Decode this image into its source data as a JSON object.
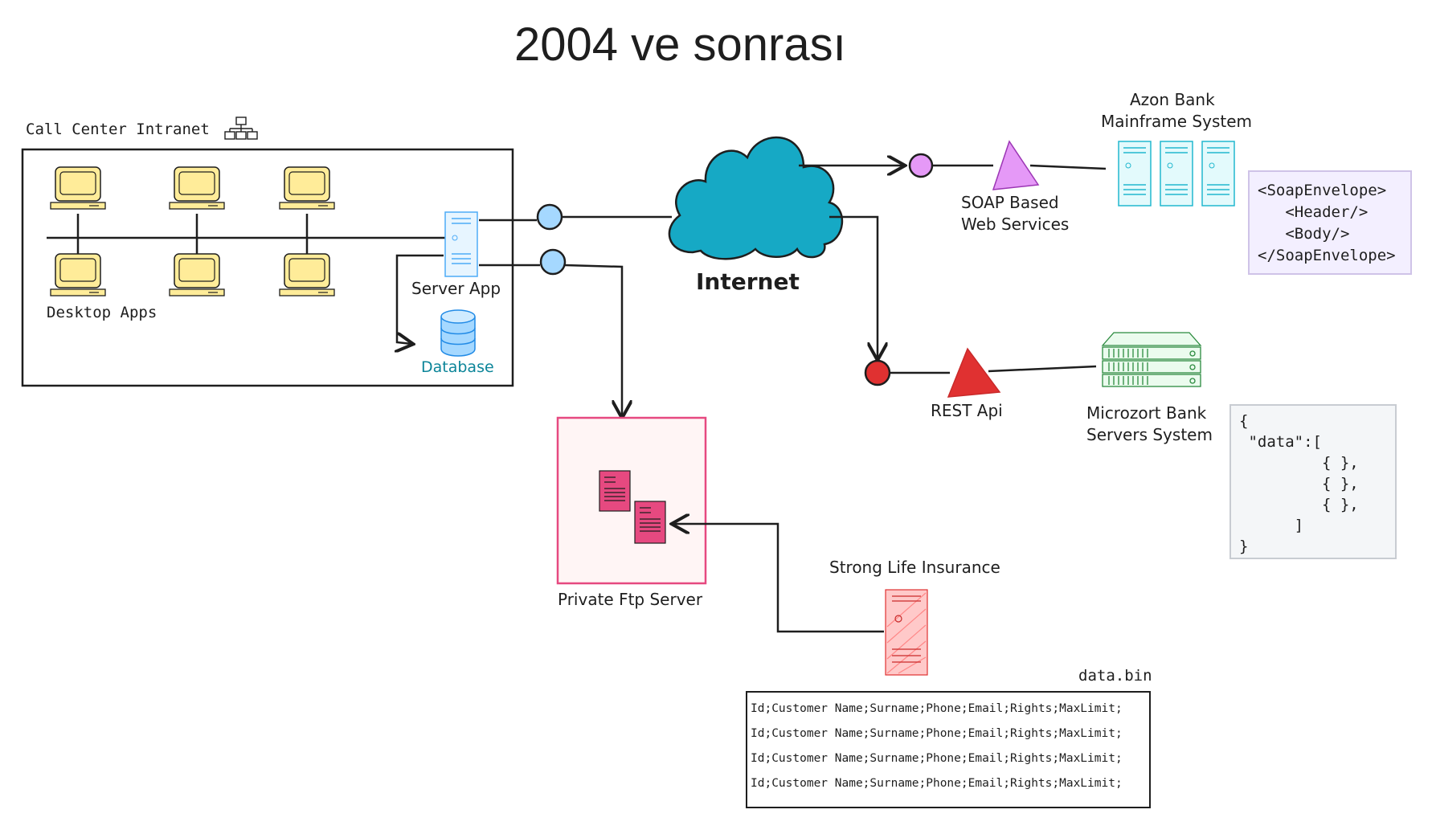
{
  "title": "2004 ve sonrası",
  "intranet": {
    "label": "Call Center Intranet",
    "desktop_label": "Desktop Apps",
    "server_label": "Server App",
    "database_label": "Database"
  },
  "internet_label": "Internet",
  "azon": {
    "label_line1": "Azon Bank",
    "label_line2": "Mainframe System",
    "service_line1": "SOAP Based",
    "service_line2": "Web Services",
    "soap_lines": [
      "<SoapEnvelope>",
      "   <Header/>",
      "   <Body/>",
      "</SoapEnvelope>"
    ]
  },
  "microzort": {
    "label_line1": "Microzort Bank",
    "label_line2": "Servers System",
    "service_label": "REST Api",
    "json_lines": [
      "{",
      " \"data\":[",
      "         { },",
      "         { },",
      "         { },",
      "      ]",
      "}"
    ]
  },
  "ftp_label": "Private Ftp Server",
  "insurance_label": "Strong Life Insurance",
  "data_file": {
    "name": "data.bin",
    "rows": [
      "Id;Customer Name;Surname;Phone;Email;Rights;MaxLimit;",
      "Id;Customer Name;Surname;Phone;Email;Rights;MaxLimit;",
      "Id;Customer Name;Surname;Phone;Email;Rights;MaxLimit;",
      "Id;Customer Name;Surname;Phone;Email;Rights;MaxLimit;"
    ]
  },
  "colors": {
    "monitor": "#ffec99",
    "server_app": "#a5d8ff",
    "cloud": "#16a9c5",
    "soap_node": "#e599f7",
    "rest_node": "#e03131",
    "ftp_fill": "#fff5f5",
    "ftp_border": "#e64980",
    "insurance": "#ffc9c9"
  }
}
